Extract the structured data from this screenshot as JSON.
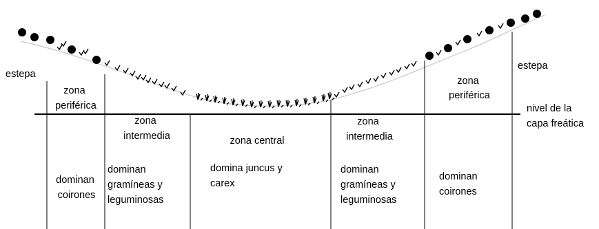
{
  "labels": {
    "estepa_left": "estepa",
    "estepa_right": "estepa",
    "zona_periferica_left": [
      "zona",
      "periférica"
    ],
    "zona_periferica_right": [
      "zona",
      "periférica"
    ],
    "zona_intermedia_left": [
      "zona",
      "intermedia"
    ],
    "zona_intermedia_right": [
      "zona",
      "intermedia"
    ],
    "zona_central": "zona central",
    "nivel_freatico": [
      "nivel de la",
      "capa freática"
    ],
    "dominan_coirones_left": [
      "dominan",
      "coirones"
    ],
    "dominan_coirones_right": [
      "dominan",
      "coirones"
    ],
    "dominan_gramineas_left": [
      "dominan",
      "gramíneas y",
      "leguminosas"
    ],
    "dominan_gramineas_right": [
      "dominan",
      "gramíneas y",
      "leguminosas"
    ],
    "domina_juncus": [
      "domina juncus y",
      "carex"
    ]
  },
  "symbols": {
    "shrub": "black-dot-icon",
    "grass": "grass-tick-icon",
    "rush": "rush-tuft-icon"
  }
}
